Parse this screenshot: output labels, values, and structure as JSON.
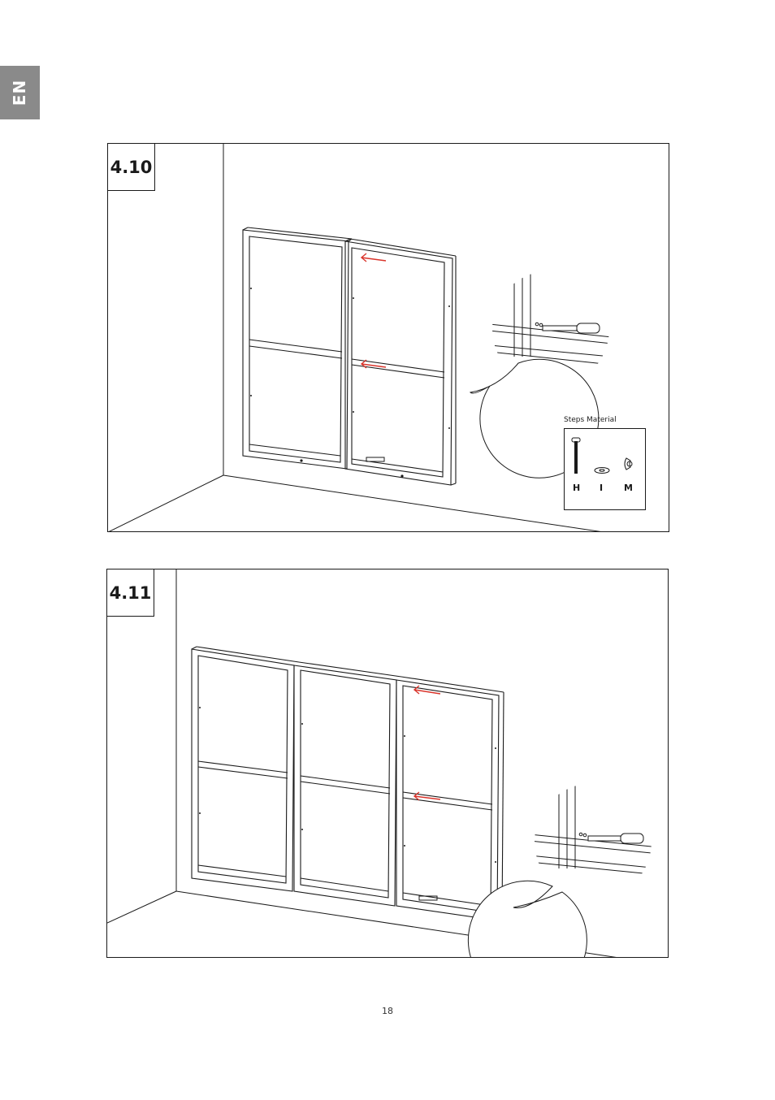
{
  "language_tab": {
    "label": "EN"
  },
  "steps": [
    {
      "number": "4.10",
      "materials": {
        "title": "Steps Material",
        "items": [
          {
            "letter": "H",
            "icon": "bolt-icon"
          },
          {
            "letter": "I",
            "icon": "washer-icon"
          },
          {
            "letter": "M",
            "icon": "wing-nut-icon"
          }
        ]
      }
    },
    {
      "number": "4.11"
    }
  ],
  "page": {
    "number": "18"
  },
  "colors": {
    "line": "#1a1a1a",
    "arrow": "#d9342b",
    "tab": "#8a8a8a"
  }
}
